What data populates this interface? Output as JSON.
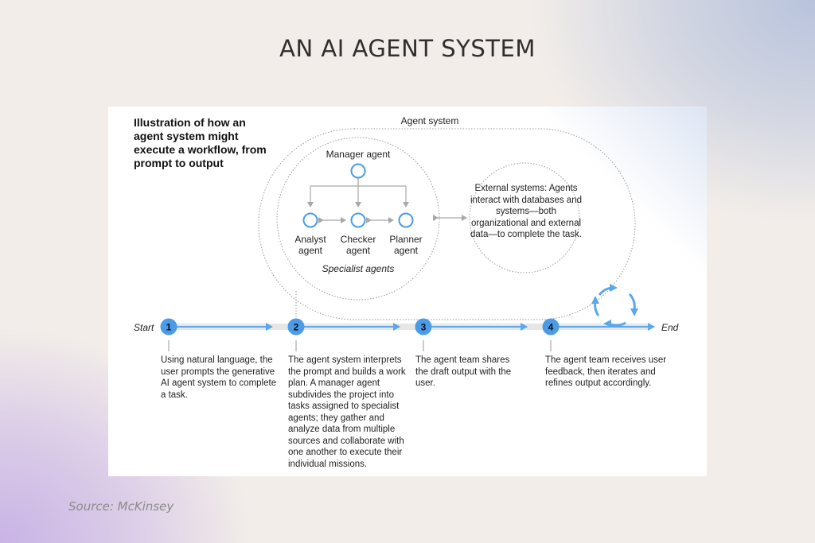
{
  "title": "AN AI AGENT SYSTEM",
  "source": "Source: McKinsey",
  "diagram": {
    "intro": "Illustration of how an agent system might execute a workflow, from prompt to output",
    "agent_system_label": "Agent system",
    "manager": "Manager agent",
    "specialists": [
      {
        "line1": "Analyst",
        "line2": "agent"
      },
      {
        "line1": "Checker",
        "line2": "agent"
      },
      {
        "line1": "Planner",
        "line2": "agent"
      }
    ],
    "specialist_label": "Specialist agents",
    "external": "External systems: Agents interact with databases and systems—both organizational and external data—to complete the task.",
    "start": "Start",
    "end": "End",
    "steps": [
      {
        "num": "1",
        "text": "Using natural language, the user prompts the generative AI agent system to complete a task."
      },
      {
        "num": "2",
        "text": "The agent system interprets the prompt and builds a work plan. A manager agent subdivides the project into tasks assigned to specialist agents; they gather and analyze data from multiple sources and collaborate with one another to execute their individual missions."
      },
      {
        "num": "3",
        "text": "The agent team shares the draft output with the user."
      },
      {
        "num": "4",
        "text": "The agent team receives user feedback, then iterates and refines output accordingly."
      }
    ],
    "colors": {
      "accent": "#4a9be8",
      "arrow": "#5aa7ec",
      "line_gray": "#9a9a9a"
    }
  }
}
